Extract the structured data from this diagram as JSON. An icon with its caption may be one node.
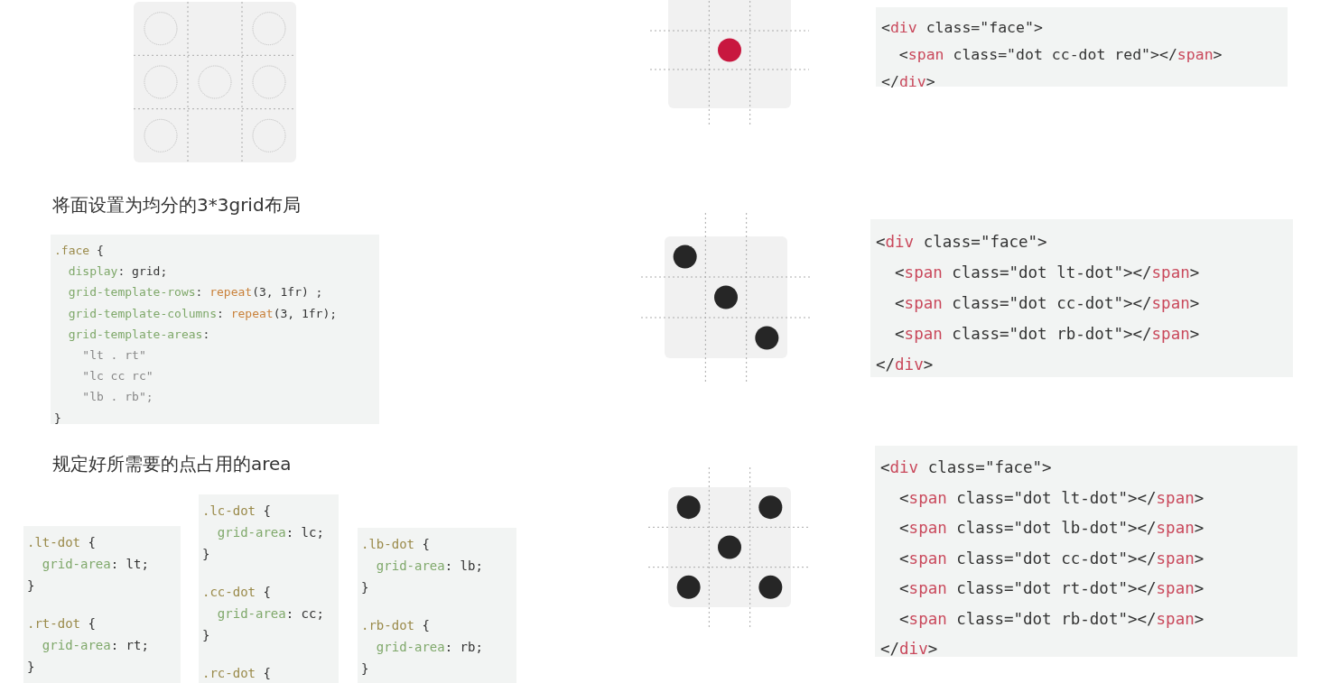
{
  "diagram": {
    "nodes": [
      {
        "text": [
          ".face {",
          "  display: grid;",
          "  grid-template-rows: repeat(3, 1fr) ;",
          "  grid-template-columns: repeat(3, 1fr);",
          "  grid-template-areas:",
          "    \"lt . rt\"",
          "    \"lc cc rc\"",
          "    \"lb . rb\";",
          "}"
        ]
      },
      {
        "text": [
          ".lt-dot {",
          "  grid-area: lt;",
          "}",
          ".rt-dot {",
          "  grid-area: rt;",
          "}"
        ]
      },
      {
        "text": [
          ".lc-dot {",
          "  grid-area: lc;",
          "}",
          ".cc-dot {",
          "  grid-area: cc;",
          "}",
          ".rc-dot {"
        ]
      },
      {
        "text": [
          ".lb-dot {",
          "  grid-area: lb;",
          "}",
          ".rb-dot {",
          "  grid-area: rb;",
          "}"
        ]
      },
      {
        "text": [
          "<div class=\"face\">",
          "  <span class=\"dot cc-dot red\"></span>",
          "</div>"
        ]
      },
      {
        "text": [
          "<div class=\"face\">",
          "  <span class=\"dot lt-dot\"></span>",
          "  <span class=\"dot cc-dot\"></span>",
          "  <span class=\"dot rb-dot\"></span>",
          "</div>"
        ]
      },
      {
        "text": [
          "<div class=\"face\">",
          "  <span class=\"dot lt-dot\"></span>",
          "  <span class=\"dot lb-dot\"></span>",
          "  <span class=\"dot cc-dot\"></span>",
          "  <span class=\"dot rt-dot\"></span>",
          "  <span class=\"dot rb-dot\"></span>",
          "</div>"
        ]
      }
    ],
    "edges": [],
    "labels": [
      "将面设置为均分的3*3grid布局",
      "规定好所需要的点占用的area"
    ]
  }
}
